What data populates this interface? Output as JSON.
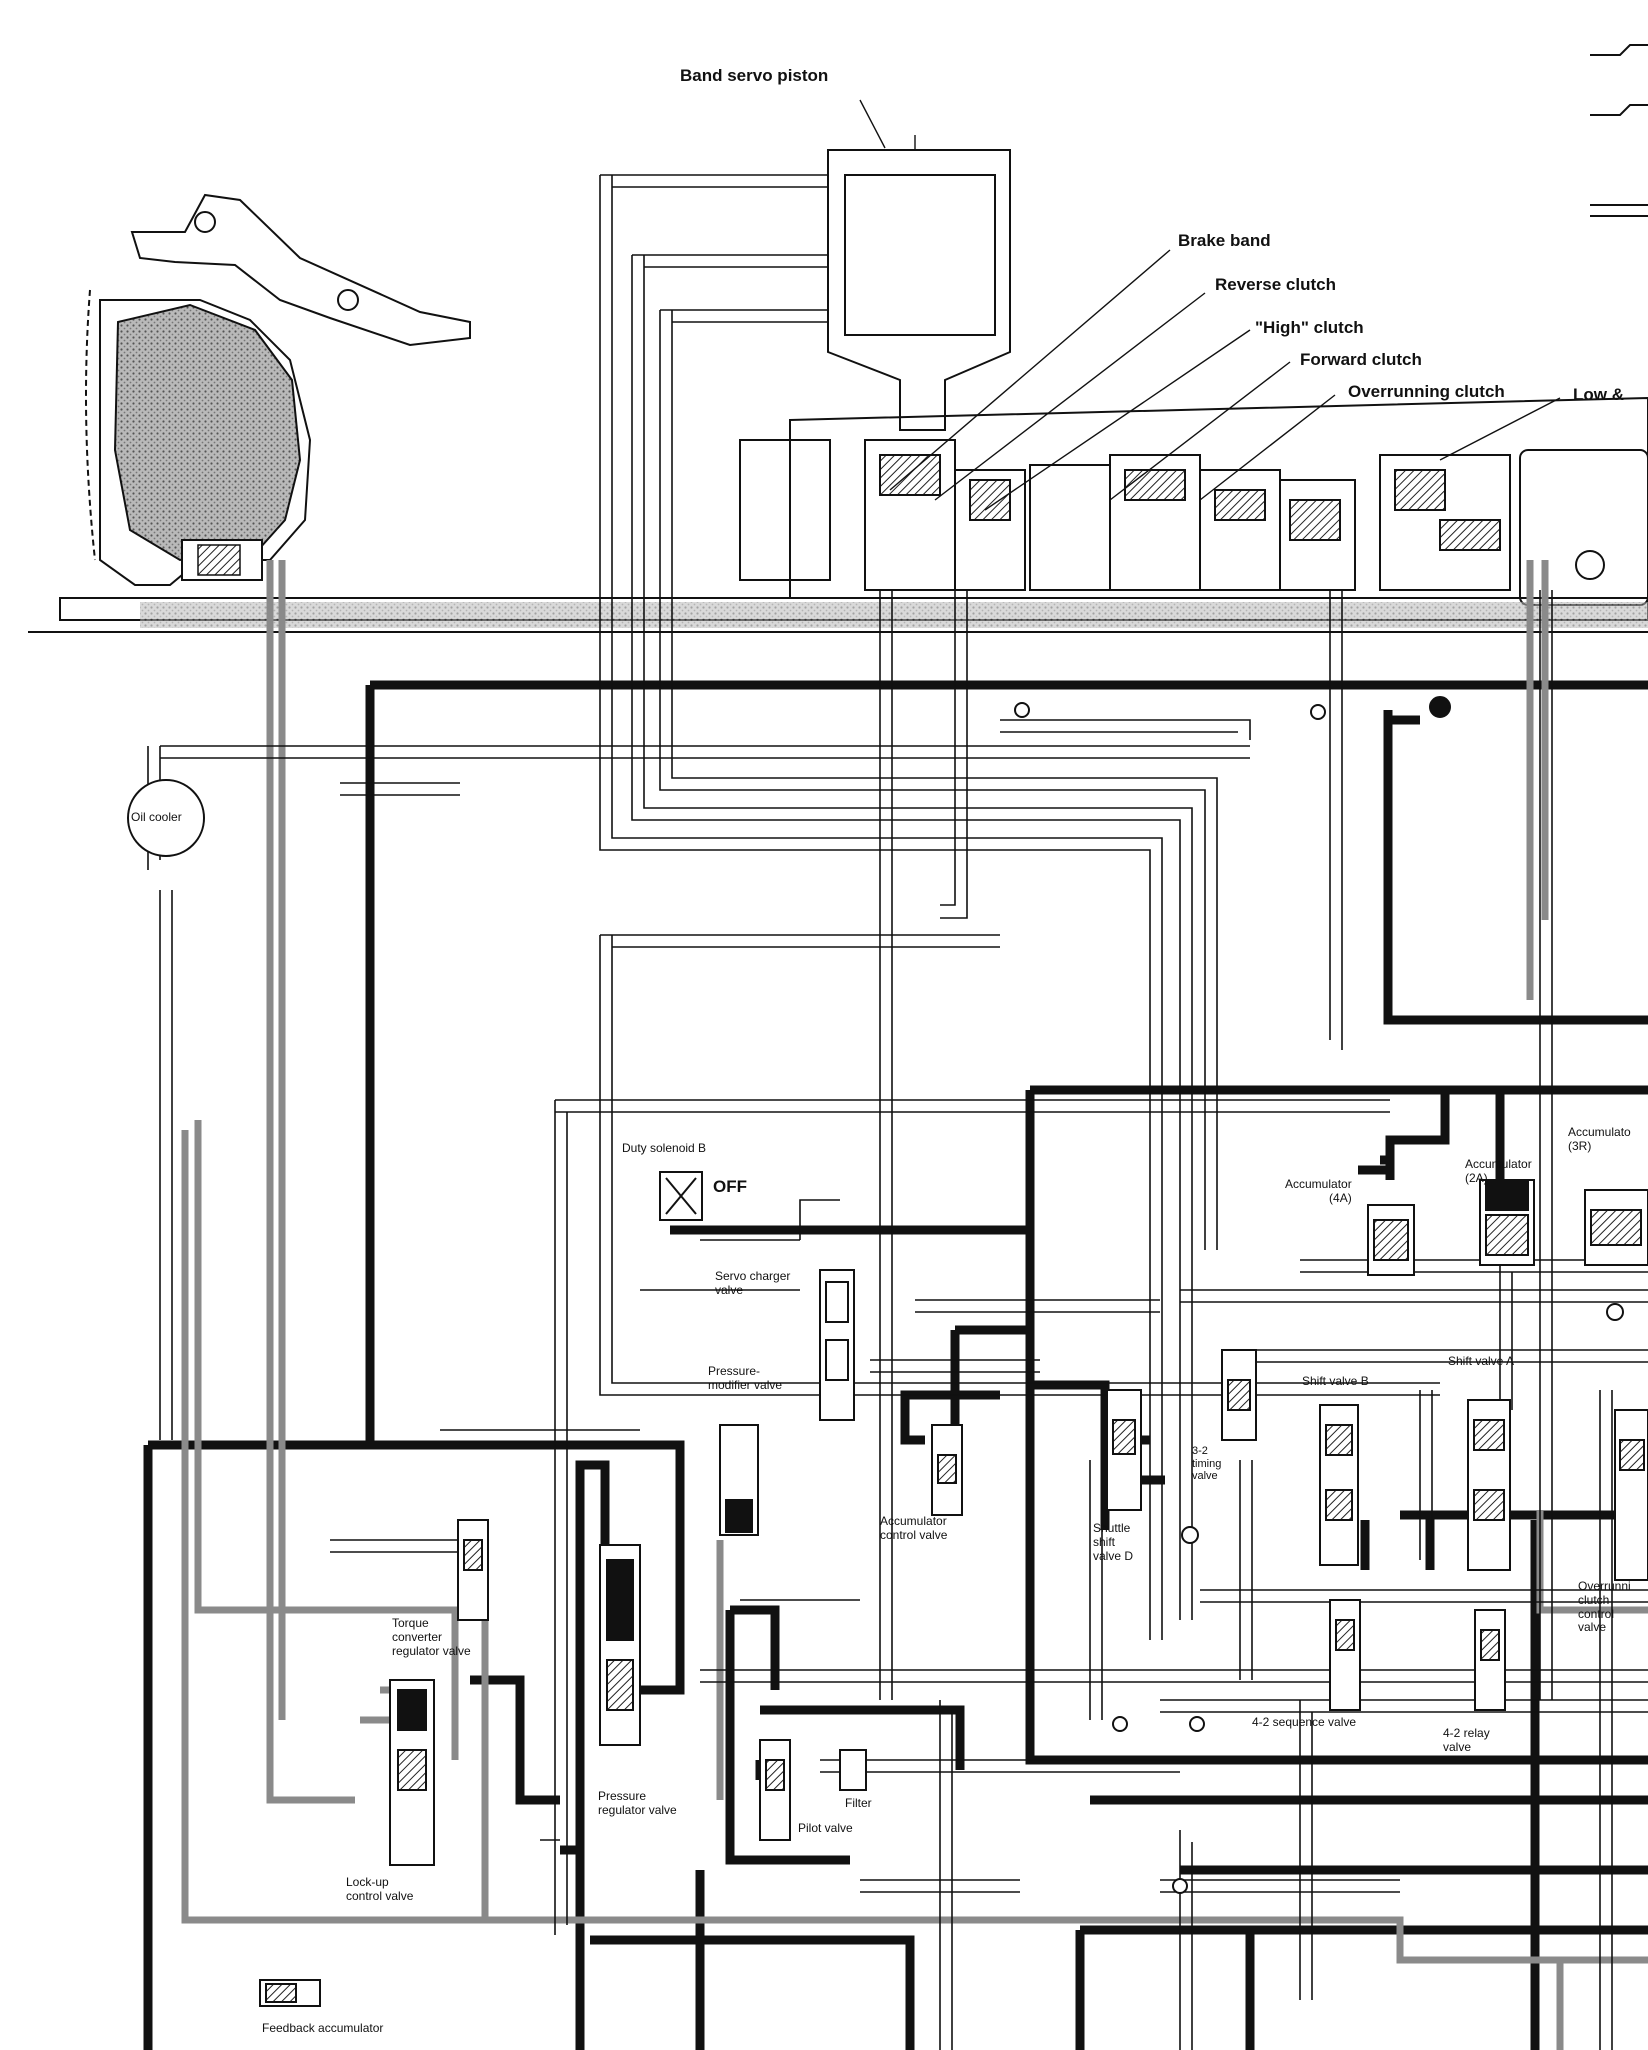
{
  "diagram": {
    "labels": {
      "band_servo_piston": "Band servo piston",
      "brake_band": "Brake band",
      "reverse_clutch": "Reverse clutch",
      "high_clutch": "\"High\" clutch",
      "forward_clutch": "Forward clutch",
      "overrunning_clutch": "Overrunning clutch",
      "low_and": "Low &",
      "oil_cooler": "Oil cooler",
      "duty_solenoid_b": "Duty solenoid B",
      "duty_solenoid_state": "OFF",
      "servo_charger_valve": "Servo charger\nvalve",
      "pressure_modifier_valve": "Pressure-\nmodifier valve",
      "accumulator_control_valve": "Accumulator\ncontrol valve",
      "shuttle_shift_valve_d": "Shuttle\nshift\nvalve D",
      "timing_valve_3_2": "3-2\ntiming\nvalve",
      "shift_valve_b": "Shift valve B",
      "shift_valve_a": "Shift valve A",
      "accumulator_4a": "Accumulator\n(4A)",
      "accumulator_2a": "Accumulator\n(2A)",
      "accumulator_3r": "Accumulato\n(3R)",
      "torque_converter_regulator_valve": "Torque\nconverter\nregulator valve",
      "pressure_regulator_valve": "Pressure\nregulator valve",
      "pilot_valve": "Pilot valve",
      "filter": "Filter",
      "sequence_valve_4_2": "4-2 sequence valve",
      "relay_valve_4_2": "4-2 relay\nvalve",
      "overrunning_clutch_control_valve": "Overrunni\nclutch\ncontrol\nvalve",
      "lock_up_control_valve": "Lock-up\ncontrol valve",
      "feedback_accumulator": "Feedback accumulator"
    }
  },
  "colors": {
    "line": "#111111",
    "shade": "#8a8a8a",
    "background": "#ffffff"
  }
}
